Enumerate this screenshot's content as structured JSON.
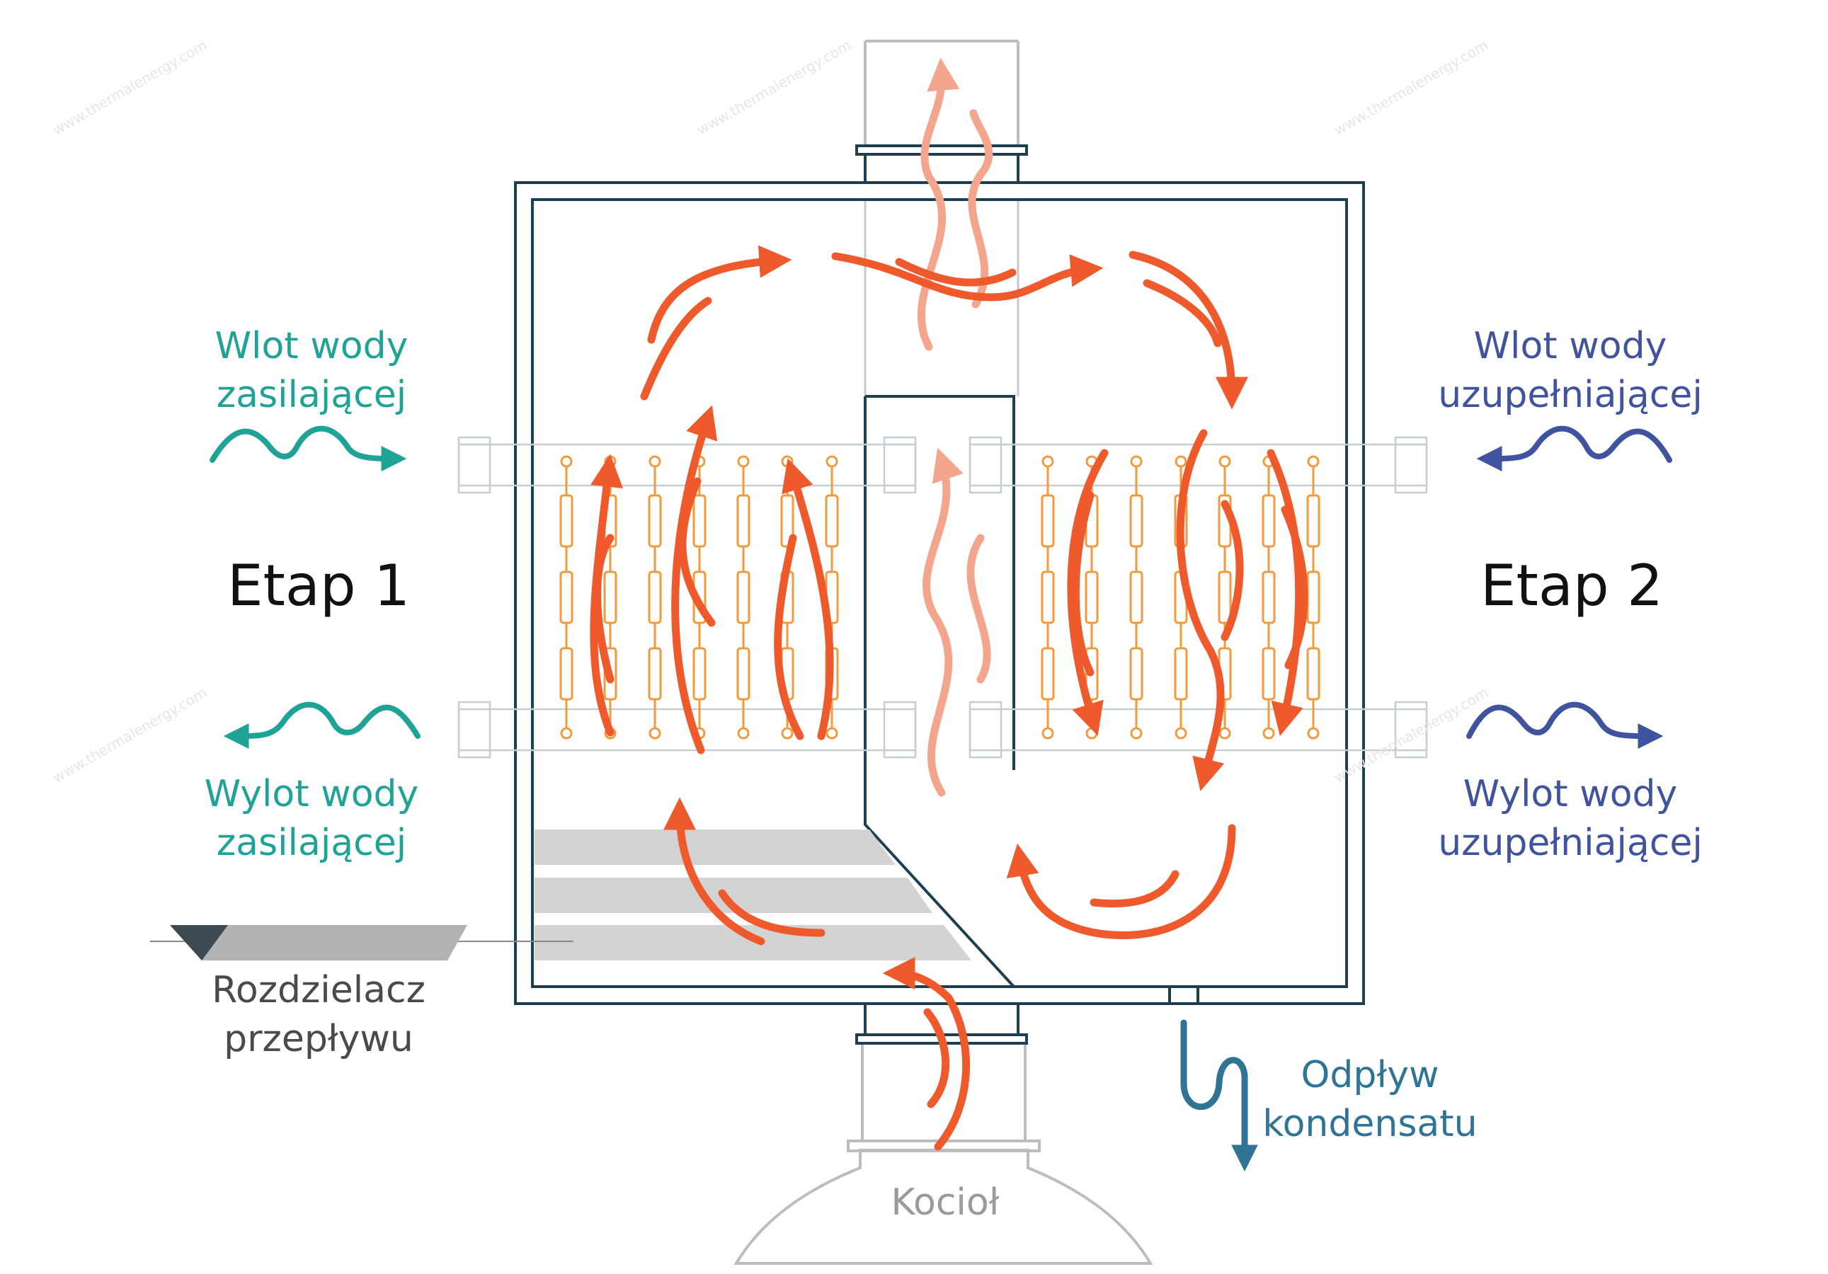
{
  "labels": {
    "inlet_feed": "Wlot wody\nzasilającej",
    "outlet_feed": "Wylot wody\nzasilającej",
    "inlet_makeup": "Wlot wody\nuzupełniającej",
    "outlet_makeup": "Wylot wody\nuzupełniającej",
    "stage1": "Etap 1",
    "stage2": "Etap 2",
    "distributor": "Rozdzielacz\nprzepływu",
    "condensate": "Odpływ\nkondensatu",
    "boiler": "Kocioł"
  },
  "watermark": "www.thermalenergy.com",
  "colors": {
    "feed_water": "#1fa396",
    "makeup_water": "#3f539e",
    "hot_gas": "#ee5a2c",
    "exhaust_gas": "#f4a58d",
    "casing": "#1e3f4f",
    "tubes": "#f39a3c",
    "condensate": "#2f7494",
    "boiler_outline": "#bdbdbd"
  },
  "icons": [
    "wavy-arrow-icon",
    "arrow-icon",
    "s-trap-icon"
  ]
}
